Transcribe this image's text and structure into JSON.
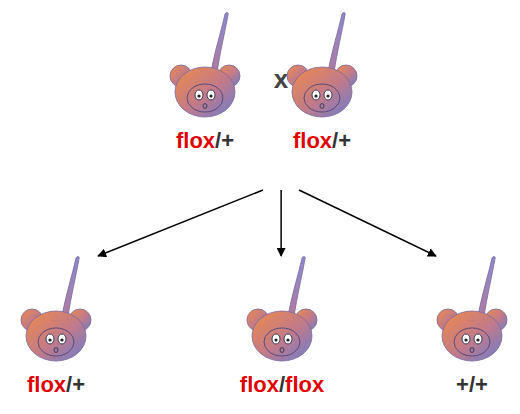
{
  "diagram": {
    "nodes": [
      {
        "text": [
          "flox/+"
        ]
      },
      {
        "text": [
          "x"
        ]
      },
      {
        "text": [
          "flox/+"
        ]
      },
      {
        "text": [
          "flox/+"
        ]
      },
      {
        "text": [
          "flox/flox"
        ]
      },
      {
        "text": [
          "+/+"
        ]
      }
    ],
    "edges": [
      {
        "from": 1,
        "to": 3,
        "arrow": "to"
      },
      {
        "from": 1,
        "to": 4,
        "arrow": "to"
      },
      {
        "from": 1,
        "to": 5,
        "arrow": "to"
      }
    ]
  }
}
